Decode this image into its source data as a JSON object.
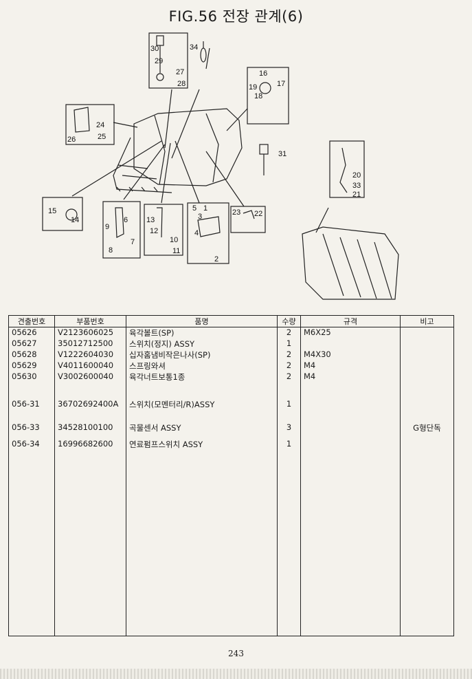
{
  "title": "FIG.56 전장 관계(6)",
  "page_number": "243",
  "callouts": [
    "30",
    "29",
    "27",
    "28",
    "34",
    "16",
    "19",
    "17",
    "18",
    "24",
    "26",
    "25",
    "31",
    "20",
    "33",
    "21",
    "15",
    "14",
    "6",
    "9",
    "7",
    "8",
    "13",
    "12",
    "10",
    "11",
    "5",
    "1",
    "3",
    "4",
    "2",
    "23",
    "22"
  ],
  "table": {
    "headers": [
      "견출번호",
      "부품번호",
      "품명",
      "수량",
      "규격",
      "비고"
    ],
    "rows": [
      {
        "index": "05626",
        "part_no": "V2123606025",
        "name": "육각볼트(SP)",
        "qty": "2",
        "spec": "M6X25",
        "note": ""
      },
      {
        "index": "05627",
        "part_no": "35012712500",
        "name": "스위치(정지) ASSY",
        "qty": "1",
        "spec": "",
        "note": ""
      },
      {
        "index": "05628",
        "part_no": "V1222604030",
        "name": "십자홈냄비작은나사(SP)",
        "qty": "2",
        "spec": "M4X30",
        "note": ""
      },
      {
        "index": "05629",
        "part_no": "V4011600040",
        "name": "스프링와셔",
        "qty": "2",
        "spec": "M4",
        "note": ""
      },
      {
        "index": "05630",
        "part_no": "V3002600040",
        "name": "육각너트보통1종",
        "qty": "2",
        "spec": "M4",
        "note": ""
      },
      {
        "index": "",
        "part_no": "",
        "name": "",
        "qty": "",
        "spec": "",
        "note": ""
      },
      {
        "index": "056-31",
        "part_no": "36702692400A",
        "name": "스위치(모멘터리/R)ASSY",
        "qty": "1",
        "spec": "",
        "note": ""
      },
      {
        "index": "",
        "part_no": "",
        "name": "",
        "qty": "",
        "spec": "",
        "note": ""
      },
      {
        "index": "056-33",
        "part_no": "34528100100",
        "name": "곡물센서 ASSY",
        "qty": "3",
        "spec": "",
        "note": "G형단독"
      },
      {
        "index": "056-34",
        "part_no": "16996682600",
        "name": "연료펌프스위치 ASSY",
        "qty": "1",
        "spec": "",
        "note": ""
      }
    ]
  }
}
